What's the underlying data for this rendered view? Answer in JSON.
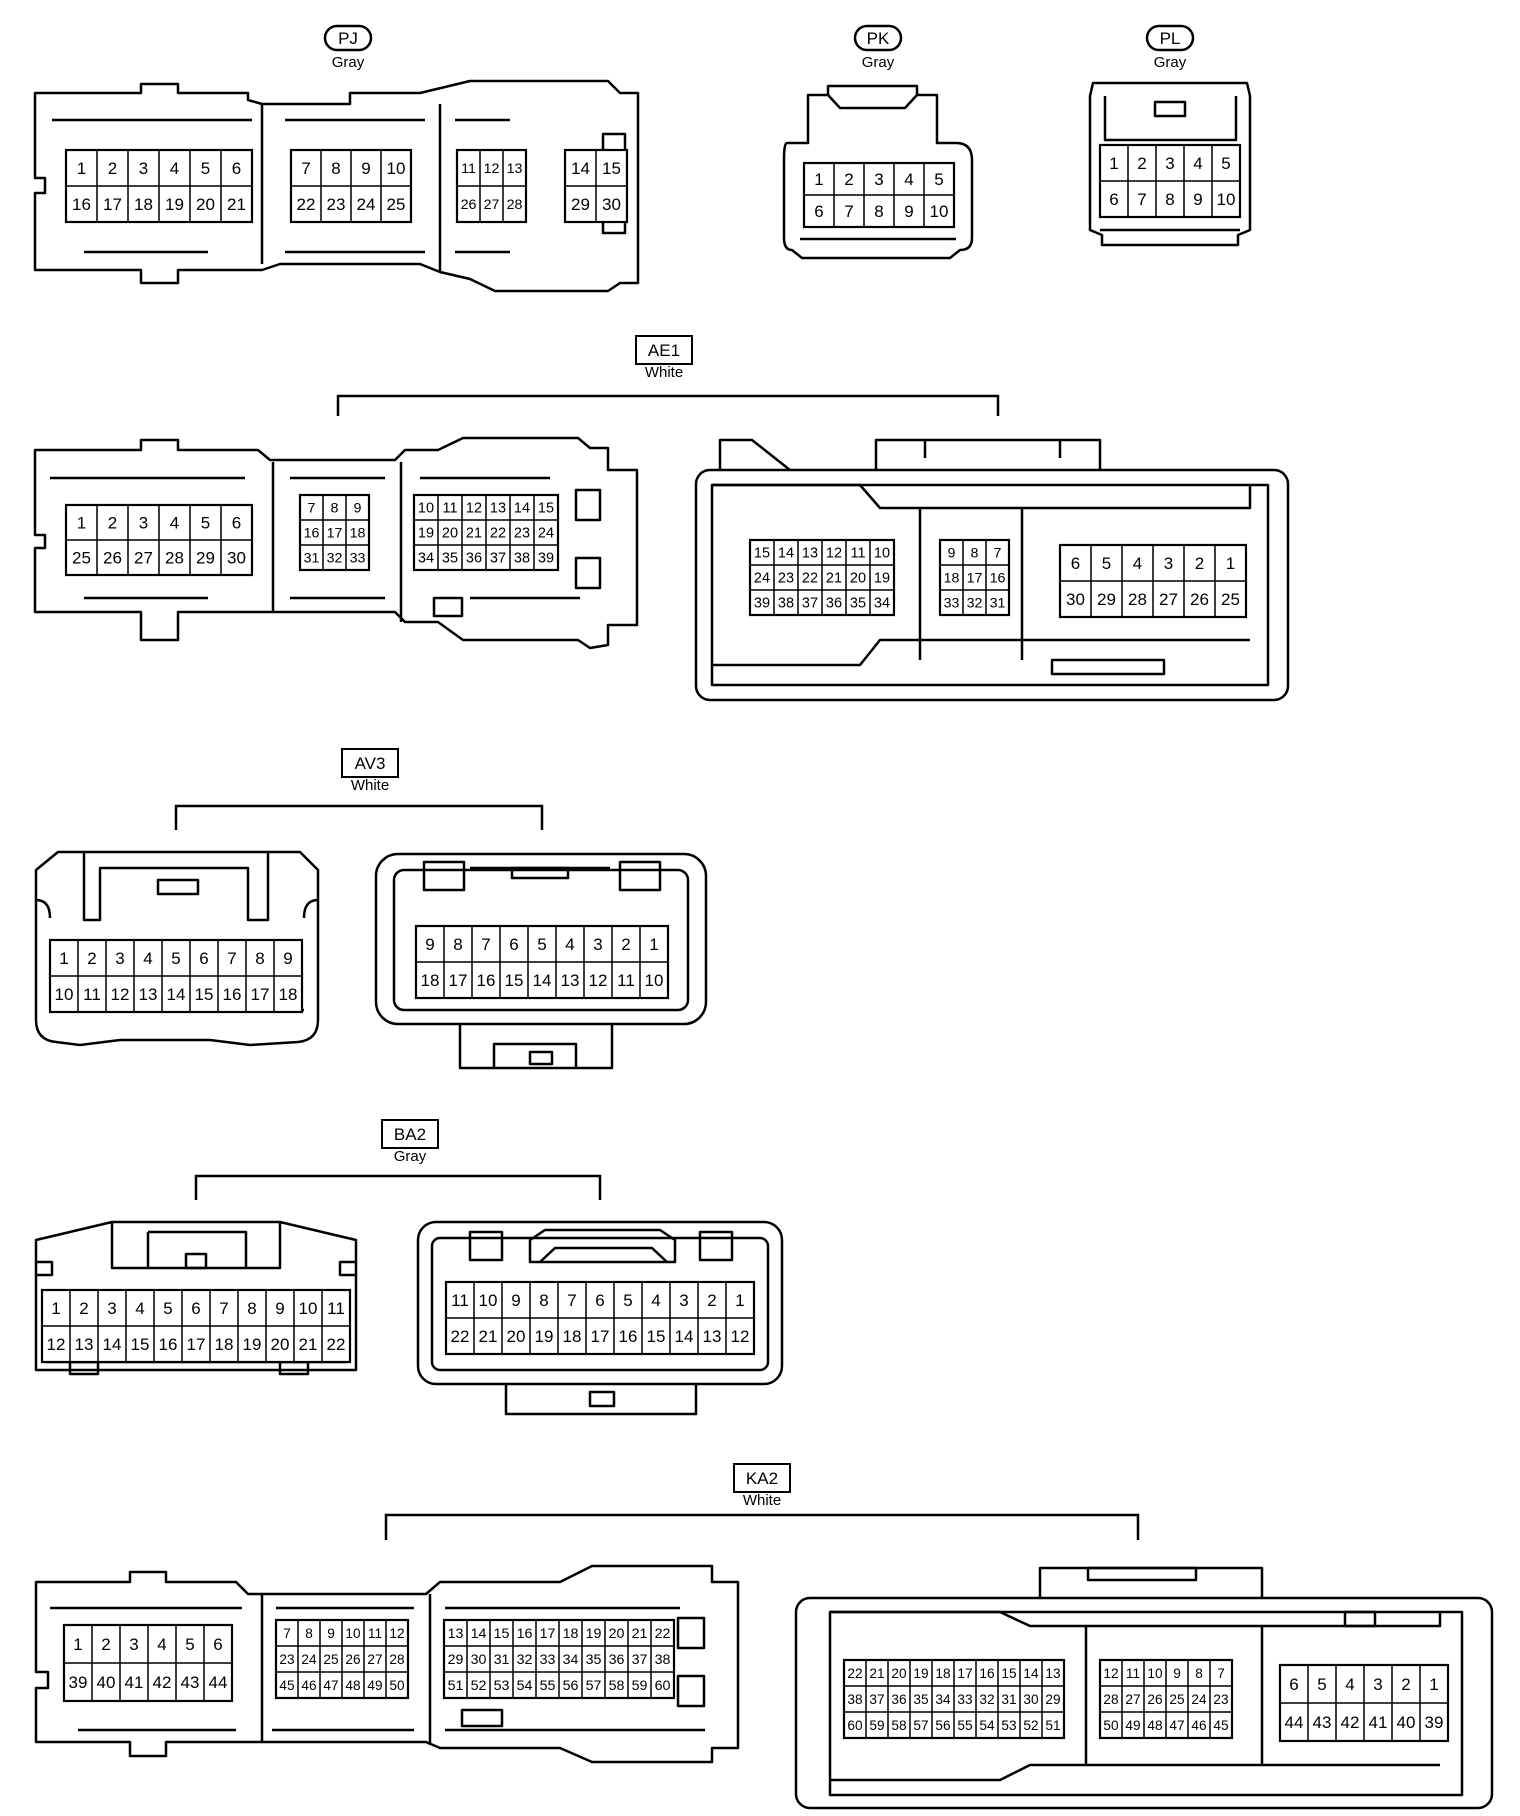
{
  "connectors": [
    {
      "id": "PJ",
      "label_style": "oval",
      "color": "Gray",
      "housings": [
        [
          [
            [
              1,
              2,
              3,
              4,
              5,
              6
            ],
            [
              16,
              17,
              18,
              19,
              20,
              21
            ]
          ],
          [
            [
              7,
              8,
              9,
              10
            ],
            [
              22,
              23,
              24,
              25
            ]
          ],
          [
            [
              11,
              12,
              13
            ],
            [
              26,
              27,
              28
            ]
          ],
          [
            [
              14,
              15
            ],
            [
              29,
              30
            ]
          ]
        ]
      ]
    },
    {
      "id": "PK",
      "label_style": "oval",
      "color": "Gray",
      "housings": [
        [
          [
            [
              1,
              2,
              3,
              4,
              5
            ],
            [
              6,
              7,
              8,
              9,
              10
            ]
          ]
        ]
      ]
    },
    {
      "id": "PL",
      "label_style": "oval",
      "color": "Gray",
      "housings": [
        [
          [
            [
              1,
              2,
              3,
              4,
              5
            ],
            [
              6,
              7,
              8,
              9,
              10
            ]
          ]
        ]
      ]
    },
    {
      "id": "AE1",
      "label_style": "box",
      "color": "White",
      "housings": [
        [
          [
            [
              1,
              2,
              3,
              4,
              5,
              6
            ],
            [
              25,
              26,
              27,
              28,
              29,
              30
            ]
          ],
          [
            [
              7,
              8,
              9
            ],
            [
              16,
              17,
              18
            ],
            [
              31,
              32,
              33
            ]
          ],
          [
            [
              10,
              11,
              12,
              13,
              14,
              15
            ],
            [
              19,
              20,
              21,
              22,
              23,
              24
            ],
            [
              34,
              35,
              36,
              37,
              38,
              39
            ]
          ]
        ],
        [
          [
            [
              15,
              14,
              13,
              12,
              11,
              10
            ],
            [
              24,
              23,
              22,
              21,
              20,
              19
            ],
            [
              39,
              38,
              37,
              36,
              35,
              34
            ]
          ],
          [
            [
              9,
              8,
              7
            ],
            [
              18,
              17,
              16
            ],
            [
              33,
              32,
              31
            ]
          ],
          [
            [
              6,
              5,
              4,
              3,
              2,
              1
            ],
            [
              30,
              29,
              28,
              27,
              26,
              25
            ]
          ]
        ]
      ]
    },
    {
      "id": "AV3",
      "label_style": "box",
      "color": "White",
      "housings": [
        [
          [
            [
              1,
              2,
              3,
              4,
              5,
              6,
              7,
              8,
              9
            ],
            [
              10,
              11,
              12,
              13,
              14,
              15,
              16,
              17,
              18
            ]
          ]
        ],
        [
          [
            [
              9,
              8,
              7,
              6,
              5,
              4,
              3,
              2,
              1
            ],
            [
              18,
              17,
              16,
              15,
              14,
              13,
              12,
              11,
              10
            ]
          ]
        ]
      ]
    },
    {
      "id": "BA2",
      "label_style": "box",
      "color": "Gray",
      "housings": [
        [
          [
            [
              1,
              2,
              3,
              4,
              5,
              6,
              7,
              8,
              9,
              10,
              11
            ],
            [
              12,
              13,
              14,
              15,
              16,
              17,
              18,
              19,
              20,
              21,
              22
            ]
          ]
        ],
        [
          [
            [
              11,
              10,
              9,
              8,
              7,
              6,
              5,
              4,
              3,
              2,
              1
            ],
            [
              22,
              21,
              20,
              19,
              18,
              17,
              16,
              15,
              14,
              13,
              12
            ]
          ]
        ]
      ]
    },
    {
      "id": "KA2",
      "label_style": "box",
      "color": "White",
      "housings": [
        [
          [
            [
              1,
              2,
              3,
              4,
              5,
              6
            ],
            [
              39,
              40,
              41,
              42,
              43,
              44
            ]
          ],
          [
            [
              7,
              8,
              9,
              10,
              11,
              12
            ],
            [
              23,
              24,
              25,
              26,
              27,
              28
            ],
            [
              45,
              46,
              47,
              48,
              49,
              50
            ]
          ],
          [
            [
              13,
              14,
              15,
              16,
              17,
              18,
              19,
              20,
              21,
              22
            ],
            [
              29,
              30,
              31,
              32,
              33,
              34,
              35,
              36,
              37,
              38
            ],
            [
              51,
              52,
              53,
              54,
              55,
              56,
              57,
              58,
              59,
              60
            ]
          ]
        ],
        [
          [
            [
              22,
              21,
              20,
              19,
              18,
              17,
              16,
              15,
              14,
              13
            ],
            [
              38,
              37,
              36,
              35,
              34,
              33,
              32,
              31,
              30,
              29
            ],
            [
              60,
              59,
              58,
              57,
              56,
              55,
              54,
              53,
              52,
              51
            ]
          ],
          [
            [
              12,
              11,
              10,
              9,
              8,
              7
            ],
            [
              28,
              27,
              26,
              25,
              24,
              23
            ],
            [
              50,
              49,
              48,
              47,
              46,
              45
            ]
          ],
          [
            [
              6,
              5,
              4,
              3,
              2,
              1
            ],
            [
              44,
              43,
              42,
              41,
              40,
              39
            ]
          ]
        ]
      ]
    }
  ]
}
